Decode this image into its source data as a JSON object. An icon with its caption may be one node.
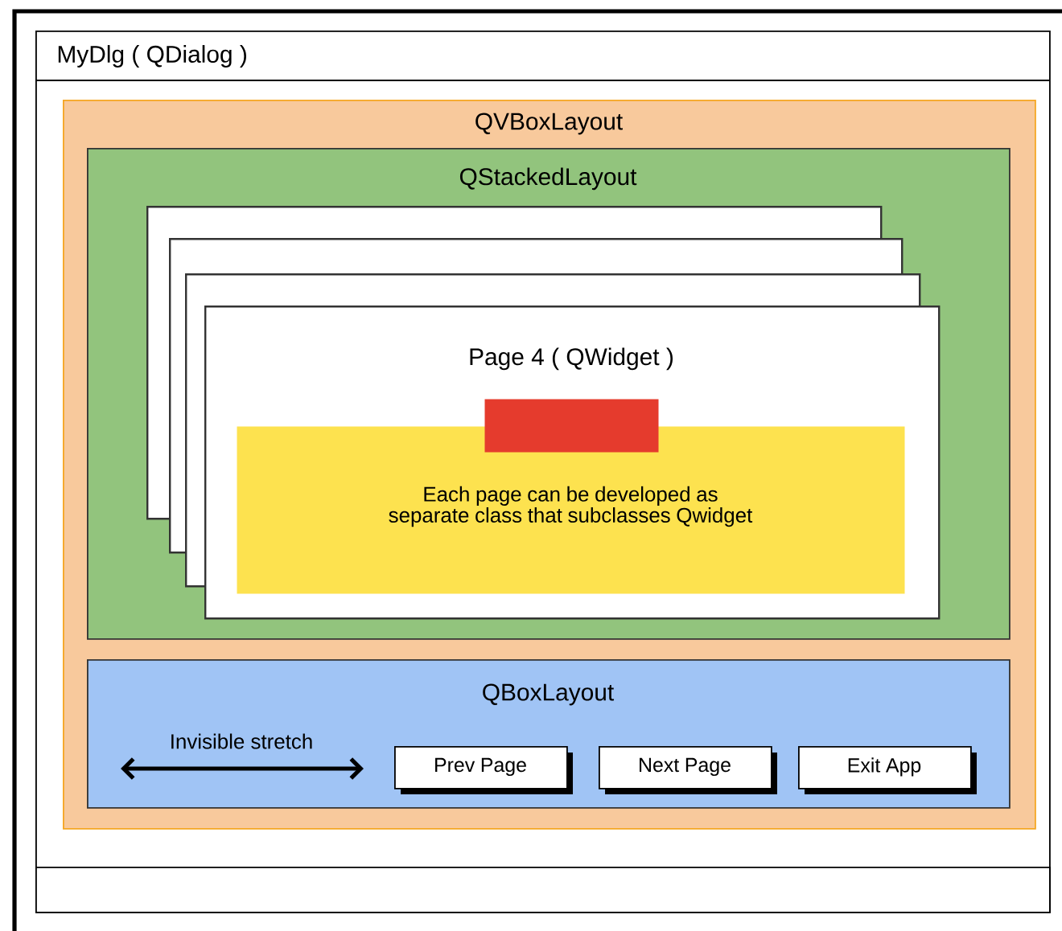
{
  "diagram": {
    "nodes": [
      {
        "text": [
          "MyDlg ( QDialog )"
        ]
      },
      {
        "text": [
          "QVBoxLayout"
        ],
        "in": 0
      },
      {
        "text": [
          "QStackedLayout"
        ],
        "in": 1
      },
      {
        "text": [],
        "shape": "box",
        "in": 2
      },
      {
        "text": [],
        "shape": "box",
        "in": 2
      },
      {
        "text": [],
        "shape": "box",
        "in": 2
      },
      {
        "text": [
          "Page 4 ( QWidget )"
        ],
        "in": 2
      },
      {
        "text": [
          "Each page can be developed as separate class that subclasses Qwidget"
        ],
        "in": 6
      },
      {
        "text": [],
        "shape": "bar"
      },
      {
        "text": [
          "QBoxLayout"
        ],
        "in": 1
      },
      {
        "text": [
          "Prev Page"
        ],
        "in": 9
      },
      {
        "text": [
          "Next Page"
        ],
        "in": 9
      },
      {
        "text": [
          "Exit App"
        ],
        "in": 9
      },
      {
        "text": [],
        "shape": "box",
        "in": 0
      }
    ],
    "labels": [
      "Invisible stretch"
    ]
  }
}
